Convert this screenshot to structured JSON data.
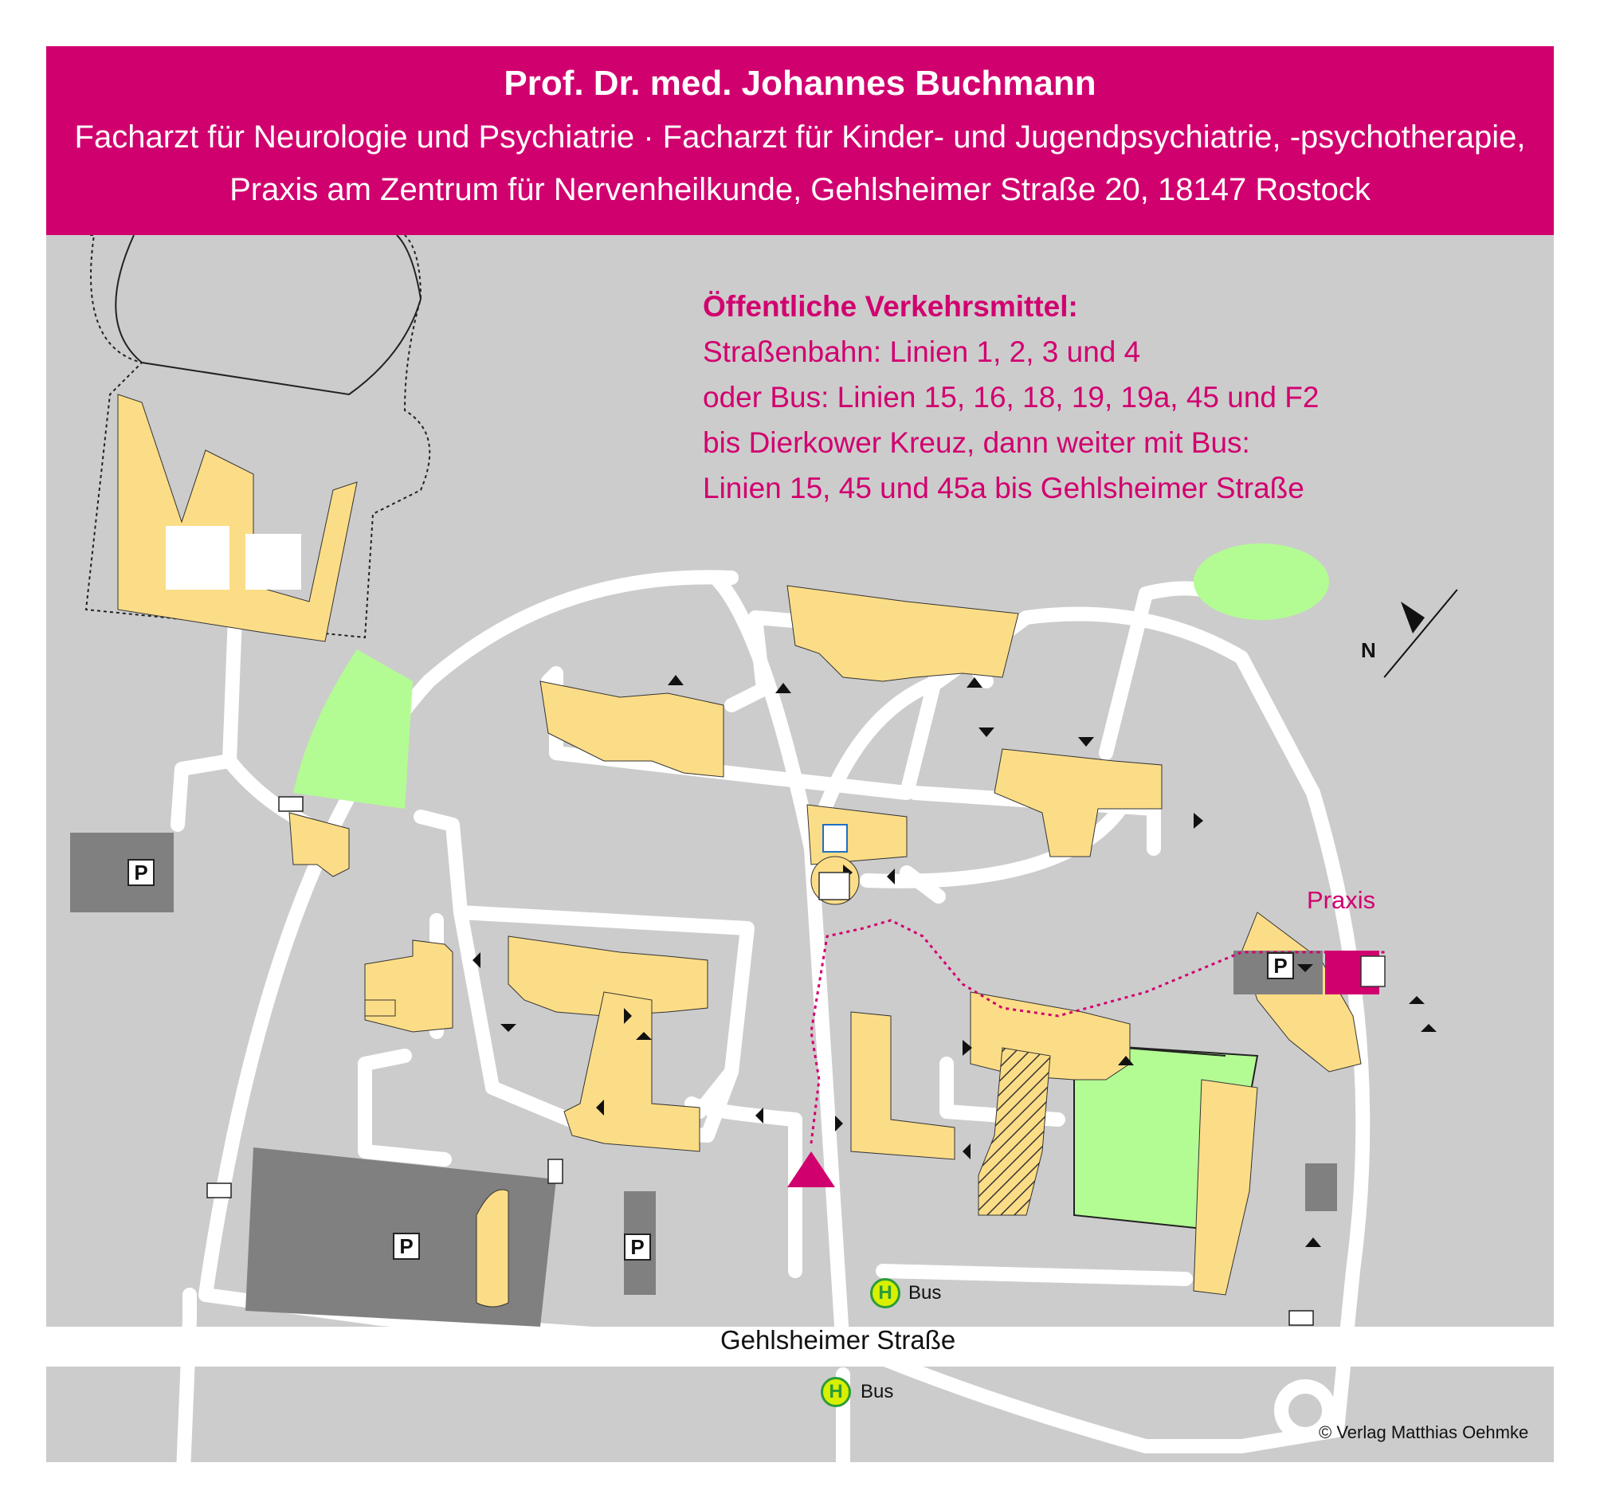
{
  "header": {
    "title": "Prof. Dr. med. Johannes Buchmann",
    "subtitle_line1": "Facharzt für Neurologie und Psychiatrie  · Facharzt für Kinder- und Jugendpsychiatrie, -psychotherapie,",
    "subtitle_line2": "Praxis am Zentrum für Nervenheilkunde, Gehlsheimer Straße 20, 18147 Rostock"
  },
  "transit": {
    "heading": "Öffentliche Verkehrsmittel:",
    "line1": "Straßenbahn: Linien 1, 2, 3 und 4",
    "line2": "oder Bus: Linien 15, 16, 18, 19, 19a, 45 und F2",
    "line3": "bis Dierkower Kreuz, dann weiter mit Bus:",
    "line4": "Linien 15, 45 und 45a bis Gehlsheimer Straße"
  },
  "map": {
    "street_name": "Gehlsheimer Straße",
    "destination_label": "Praxis",
    "parking_symbol": "P",
    "busstop_symbol": "H",
    "bus_label": "Bus",
    "compass_label": "N",
    "colors": {
      "brand": "#d1006f",
      "background": "#cccccc",
      "road": "#ffffff",
      "building": "#fcdd87",
      "green": "#b3fc93",
      "parking_area": "#808080"
    },
    "icons": [
      "parking-icon",
      "wheelchair-icon",
      "coffee-icon",
      "church-icon",
      "gate-barrier-icon",
      "bus-stop-icon",
      "compass-north-icon",
      "entrance-arrow-icon"
    ]
  },
  "footer": {
    "copyright": "© Verlag Matthias Oehmke"
  }
}
